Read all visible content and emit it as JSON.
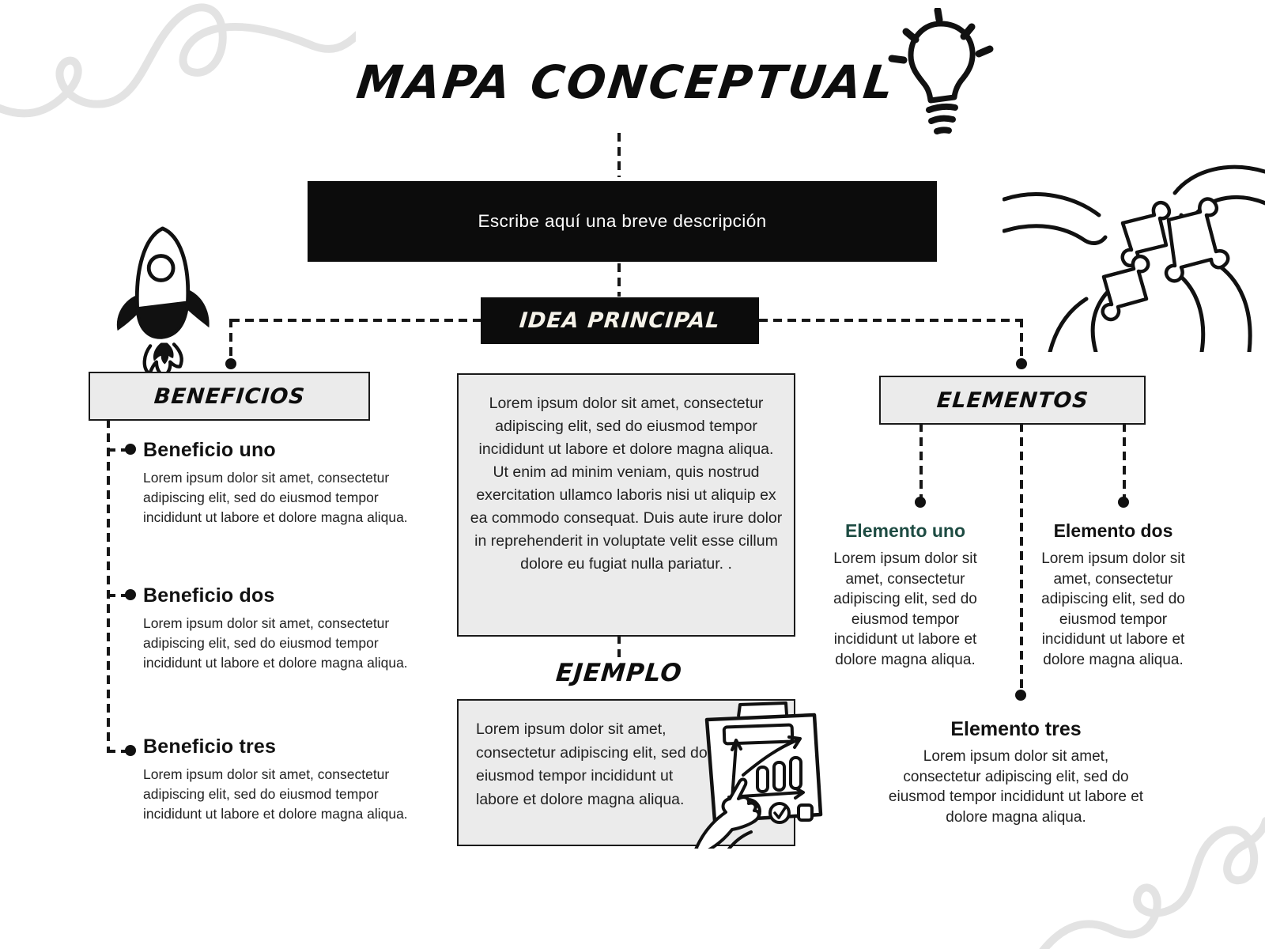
{
  "page": {
    "title": "MAPA CONCEPTUAL"
  },
  "description_bar": {
    "text": "Escribe aquí una breve descripción"
  },
  "main_idea": {
    "label": "IDEA PRINCIPAL",
    "body": "Lorem ipsum dolor sit amet, consectetur adipiscing elit, sed do eiusmod tempor incididunt ut labore et dolore magna aliqua. Ut enim ad minim veniam, quis nostrud exercitation ullamco laboris nisi ut aliquip ex ea commodo consequat. Duis aute irure dolor in reprehenderit in voluptate velit esse cillum dolore eu fugiat nulla pariatur. ."
  },
  "benefits": {
    "header": "BENEFICIOS",
    "items": [
      {
        "title": "Beneficio uno",
        "body": "Lorem ipsum dolor sit amet, consectetur adipiscing elit, sed do eiusmod tempor incididunt ut labore et dolore magna aliqua."
      },
      {
        "title": "Beneficio dos",
        "body": "Lorem ipsum dolor sit amet, consectetur adipiscing elit, sed do eiusmod tempor incididunt ut labore et dolore magna aliqua."
      },
      {
        "title": "Beneficio tres",
        "body": "Lorem ipsum dolor sit amet, consectetur adipiscing elit, sed do eiusmod tempor incididunt ut labore et dolore magna aliqua."
      }
    ]
  },
  "example": {
    "header": "EJEMPLO",
    "body": "Lorem ipsum dolor sit amet, consectetur adipiscing elit, sed do eiusmod tempor incididunt ut labore et dolore magna aliqua."
  },
  "elements": {
    "header": "ELEMENTOS",
    "items": [
      {
        "title": "Elemento uno",
        "title_color": "#1d4b42",
        "body": "Lorem ipsum dolor sit amet, consectetur adipiscing elit, sed do eiusmod tempor incididunt ut labore et dolore magna aliqua."
      },
      {
        "title": "Elemento dos",
        "title_color": "#111111",
        "body": "Lorem ipsum dolor sit amet, consectetur adipiscing elit, sed do eiusmod tempor incididunt ut labore et dolore magna aliqua."
      },
      {
        "title": "Elemento tres",
        "title_color": "#111111",
        "body": "Lorem ipsum dolor sit amet, consectetur adipiscing elit, sed do eiusmod tempor incididunt ut labore et dolore magna aliqua."
      }
    ]
  },
  "icons": {
    "lightbulb": "lightbulb-icon",
    "rocket": "rocket-icon",
    "puzzle_hands": "puzzle-hands-icon",
    "chart_hand": "chart-hand-icon",
    "squiggle_top_left": "squiggle-decoration",
    "squiggle_bottom_right": "squiggle-decoration"
  },
  "colors": {
    "background": "#ffffff",
    "box_fill": "#ebebeb",
    "box_border": "#1a1a1a",
    "bar_black": "#0c0c0c",
    "accent_green": "#1d4b42",
    "squiggle_gray": "#e3e3e3"
  }
}
